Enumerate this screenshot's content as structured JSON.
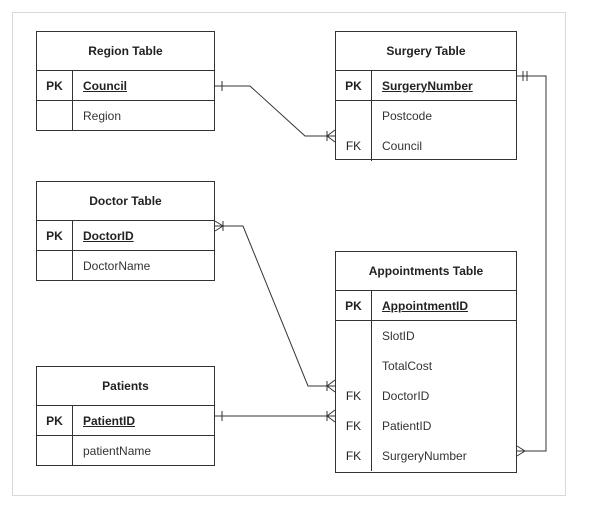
{
  "tables": {
    "region": {
      "title": "Region Table",
      "pk_key": "PK",
      "pk_field": "Council",
      "rows": [
        {
          "key": "",
          "field": "Region"
        }
      ]
    },
    "surgery": {
      "title": "Surgery Table",
      "pk_key": "PK",
      "pk_field": "SurgeryNumber",
      "rows": [
        {
          "key": "",
          "field": "Postcode"
        },
        {
          "key": "FK",
          "field": "Council"
        }
      ]
    },
    "doctor": {
      "title": "Doctor Table",
      "pk_key": "PK",
      "pk_field": "DoctorID",
      "rows": [
        {
          "key": "",
          "field": "DoctorName"
        }
      ]
    },
    "appointments": {
      "title": "Appointments Table",
      "pk_key": "PK",
      "pk_field": "AppointmentID",
      "rows": [
        {
          "key": "",
          "field": "SlotID"
        },
        {
          "key": "",
          "field": "TotalCost"
        },
        {
          "key": "FK",
          "field": "DoctorID"
        },
        {
          "key": "FK",
          "field": "PatientID"
        },
        {
          "key": "FK",
          "field": "SurgeryNumber"
        }
      ]
    },
    "patients": {
      "title": "Patients",
      "pk_key": "PK",
      "pk_field": "PatientID",
      "rows": [
        {
          "key": "",
          "field": "patientName"
        }
      ]
    }
  },
  "relationships": [
    {
      "from": "Region Table.Council",
      "to": "Surgery Table.Council"
    },
    {
      "from": "Surgery Table.SurgeryNumber",
      "to": "Appointments Table.SurgeryNumber"
    },
    {
      "from": "Doctor Table.DoctorID",
      "to": "Appointments Table.DoctorID"
    },
    {
      "from": "Patients.PatientID",
      "to": "Appointments Table.PatientID"
    }
  ],
  "colors": {
    "line": "#333333",
    "border": "#333333",
    "frame": "#d9d9d9"
  }
}
